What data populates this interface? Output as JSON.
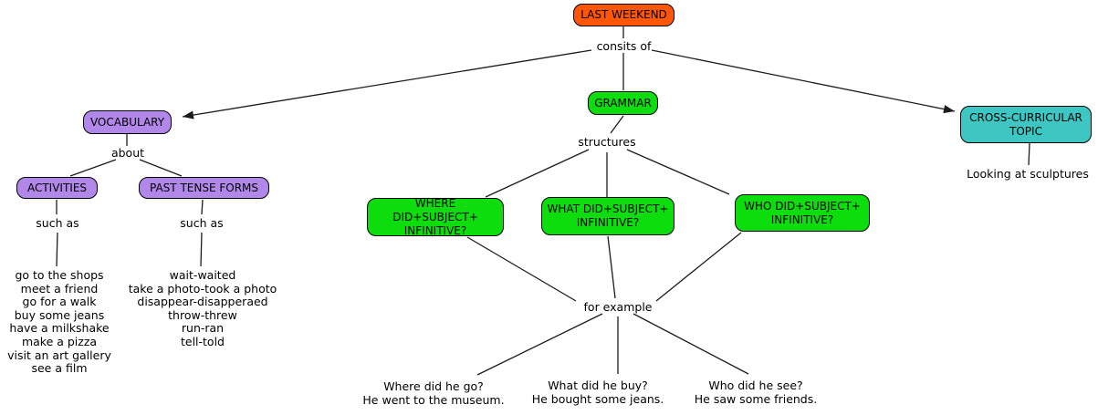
{
  "diagram": {
    "title_node": "LAST WEEKEND",
    "labels": {
      "consists_of": "consits of",
      "about": "about",
      "such_as_left": "such as",
      "such_as_right": "such as",
      "structures": "structures",
      "for_example": "for example",
      "cross_topic_note": "Looking at sculptures"
    },
    "nodes": {
      "vocabulary": "VOCABULARY",
      "grammar": "GRAMMAR",
      "cross_curricular": "CROSS-CURRICULAR TOPIC",
      "activities": "ACTIVITIES",
      "past_tense_forms": "PAST TENSE FORMS",
      "structure_where": "WHERE DID+SUBJECT+ INFINITIVE?",
      "structure_what": "WHAT DID+SUBJECT+ INFINITIVE?",
      "structure_who": "WHO DID+SUBJECT+ INFINITIVE?"
    },
    "activities_list": [
      "go to the shops",
      "meet a friend",
      "go for a walk",
      "buy some jeans",
      "have a milkshake",
      "make a pizza",
      "visit an art gallery",
      "see a film"
    ],
    "past_tense_list": [
      "wait-waited",
      "take a photo-took a photo",
      "disappear-disapperaed",
      "throw-threw",
      "run-ran",
      "tell-told"
    ],
    "examples": [
      [
        "Where did he go?",
        "He went to the museum."
      ],
      [
        "What did he buy?",
        "He bought some jeans."
      ],
      [
        "Who did he see?",
        "He saw some friends."
      ]
    ],
    "colors": {
      "root_orange": "#ff5707",
      "purple": "#b287ea",
      "green": "#0ddd0d",
      "teal": "#3ec7c2",
      "line": "#1c1c1c"
    }
  }
}
